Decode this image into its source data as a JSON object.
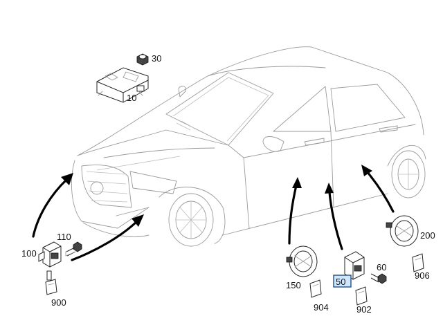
{
  "callouts": {
    "p10": "10",
    "p30": "30",
    "p100": "100",
    "p110": "110",
    "p900": "900",
    "p150": "150",
    "p904": "904",
    "p50": "50",
    "p60": "60",
    "p902": "902",
    "p200": "200",
    "p906": "906"
  },
  "highlighted_callout": "50",
  "colors": {
    "highlight_fill": "#cfe8ff",
    "highlight_border": "#1c4f8a",
    "arrow": "#000000",
    "car_outline": "#9a9a9a"
  }
}
